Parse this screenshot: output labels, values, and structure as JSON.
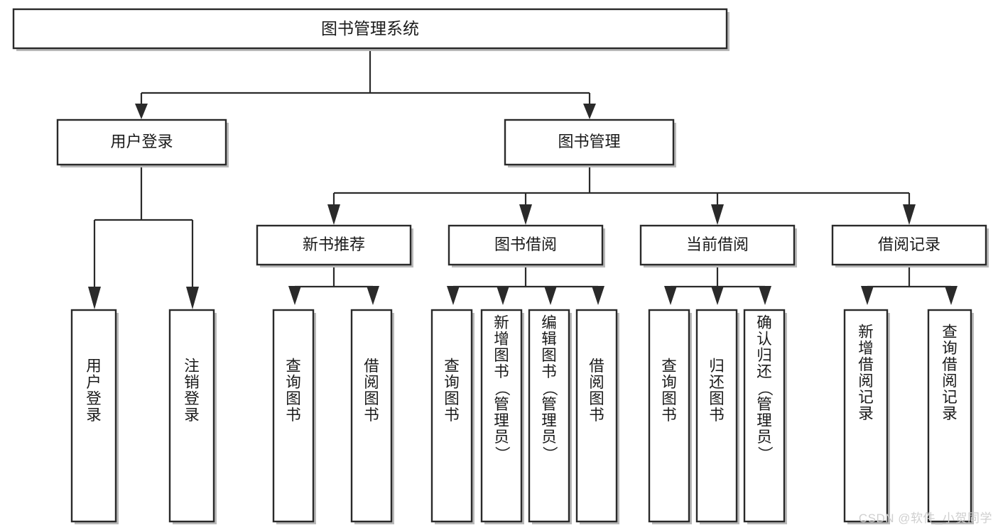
{
  "diagram": {
    "title": "图书管理系统",
    "type": "hierarchy-tree",
    "watermark": "CSDN @软件_小贺同学",
    "colors": {
      "box_fill": "#ffffff",
      "box_stroke": "#2a2a2a",
      "text": "#1a1a1a",
      "shadow": "#b9b9b9",
      "watermark": "#cfcfcf",
      "background": "#ffffff"
    },
    "levels": {
      "root": {
        "label": "图书管理系统"
      },
      "level2": [
        {
          "label": "用户登录"
        },
        {
          "label": "图书管理"
        }
      ],
      "level3": [
        {
          "label": "新书推荐"
        },
        {
          "label": "图书借阅"
        },
        {
          "label": "当前借阅"
        },
        {
          "label": "借阅记录"
        }
      ],
      "leaves": {
        "user_login": [
          {
            "label": "用户登录"
          },
          {
            "label": "注销登录"
          }
        ],
        "new_book_recommend": [
          {
            "label": "查询图书"
          },
          {
            "label": "借阅图书"
          }
        ],
        "book_borrow": [
          {
            "label": "查询图书"
          },
          {
            "label": "新增图书（管理员）"
          },
          {
            "label": "编辑图书（管理员）"
          },
          {
            "label": "借阅图书"
          }
        ],
        "current_borrow": [
          {
            "label": "查询图书"
          },
          {
            "label": "归还图书"
          },
          {
            "label": "确认归还（管理员）"
          }
        ],
        "borrow_record": [
          {
            "label": "新增借阅记录"
          },
          {
            "label": "查询借阅记录"
          }
        ]
      }
    }
  }
}
